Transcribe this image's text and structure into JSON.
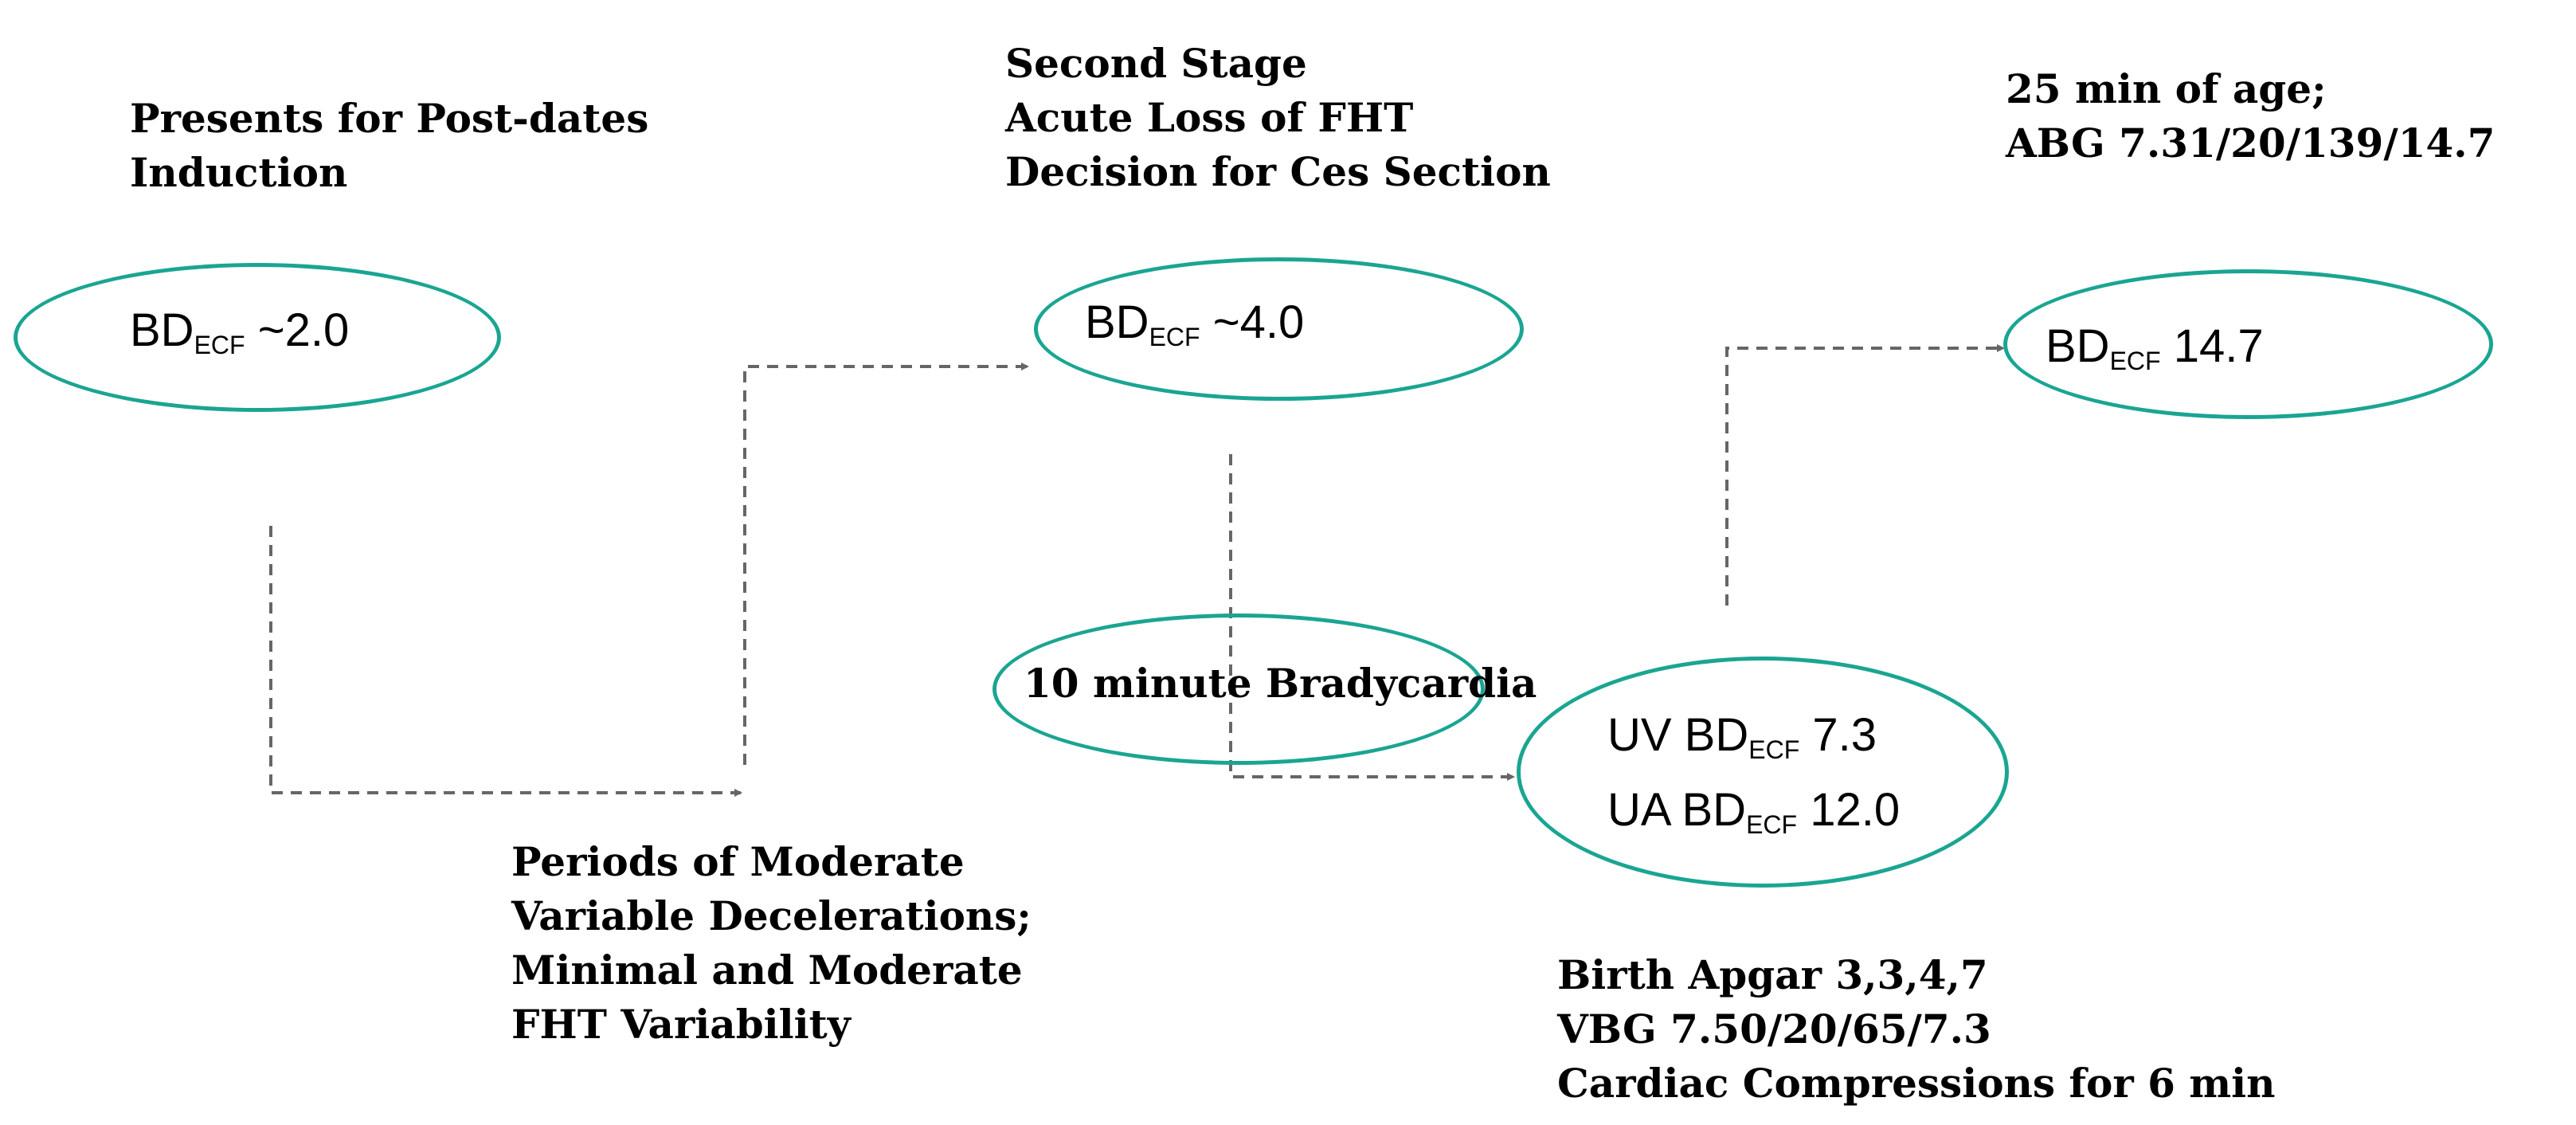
{
  "colors": {
    "oval_stroke": "#1aa592",
    "connector": "#666666",
    "text": "#000000"
  },
  "labels": {
    "presents": [
      "Presents for Post-dates",
      "Induction"
    ],
    "second_stage": [
      "Second Stage",
      "Acute Loss of FHT",
      "Decision for Ces Section"
    ],
    "age_abg": [
      "25 min of age;",
      "ABG 7.31/20/139/14.7"
    ],
    "periods": [
      "Periods of Moderate",
      "Variable Decelerations;",
      "Minimal and Moderate",
      "FHT Variability"
    ],
    "birth": [
      "Birth Apgar 3,3,4,7",
      "VBG 7.50/20/65/7.3",
      "Cardiac Compressions for 6 min"
    ]
  },
  "ovals": {
    "bd1": {
      "prefix": "BD",
      "sub": "ECF",
      "value": "~2.0"
    },
    "bd2": {
      "prefix": "BD",
      "sub": "ECF",
      "value": "~4.0"
    },
    "bd3": {
      "prefix": "BD",
      "sub": "ECF",
      "value": "14.7"
    },
    "bradycardia": {
      "text": "10 minute Bradycardia"
    },
    "cord": {
      "uv": {
        "prefix": "UV BD",
        "sub": "ECF",
        "value": "7.3"
      },
      "ua": {
        "prefix": "UA BD",
        "sub": "ECF",
        "value": "12.0"
      }
    }
  },
  "connectors": [
    "presents-to-periods",
    "periods-to-second-stage",
    "second-stage-to-cord",
    "cord-to-25min"
  ]
}
